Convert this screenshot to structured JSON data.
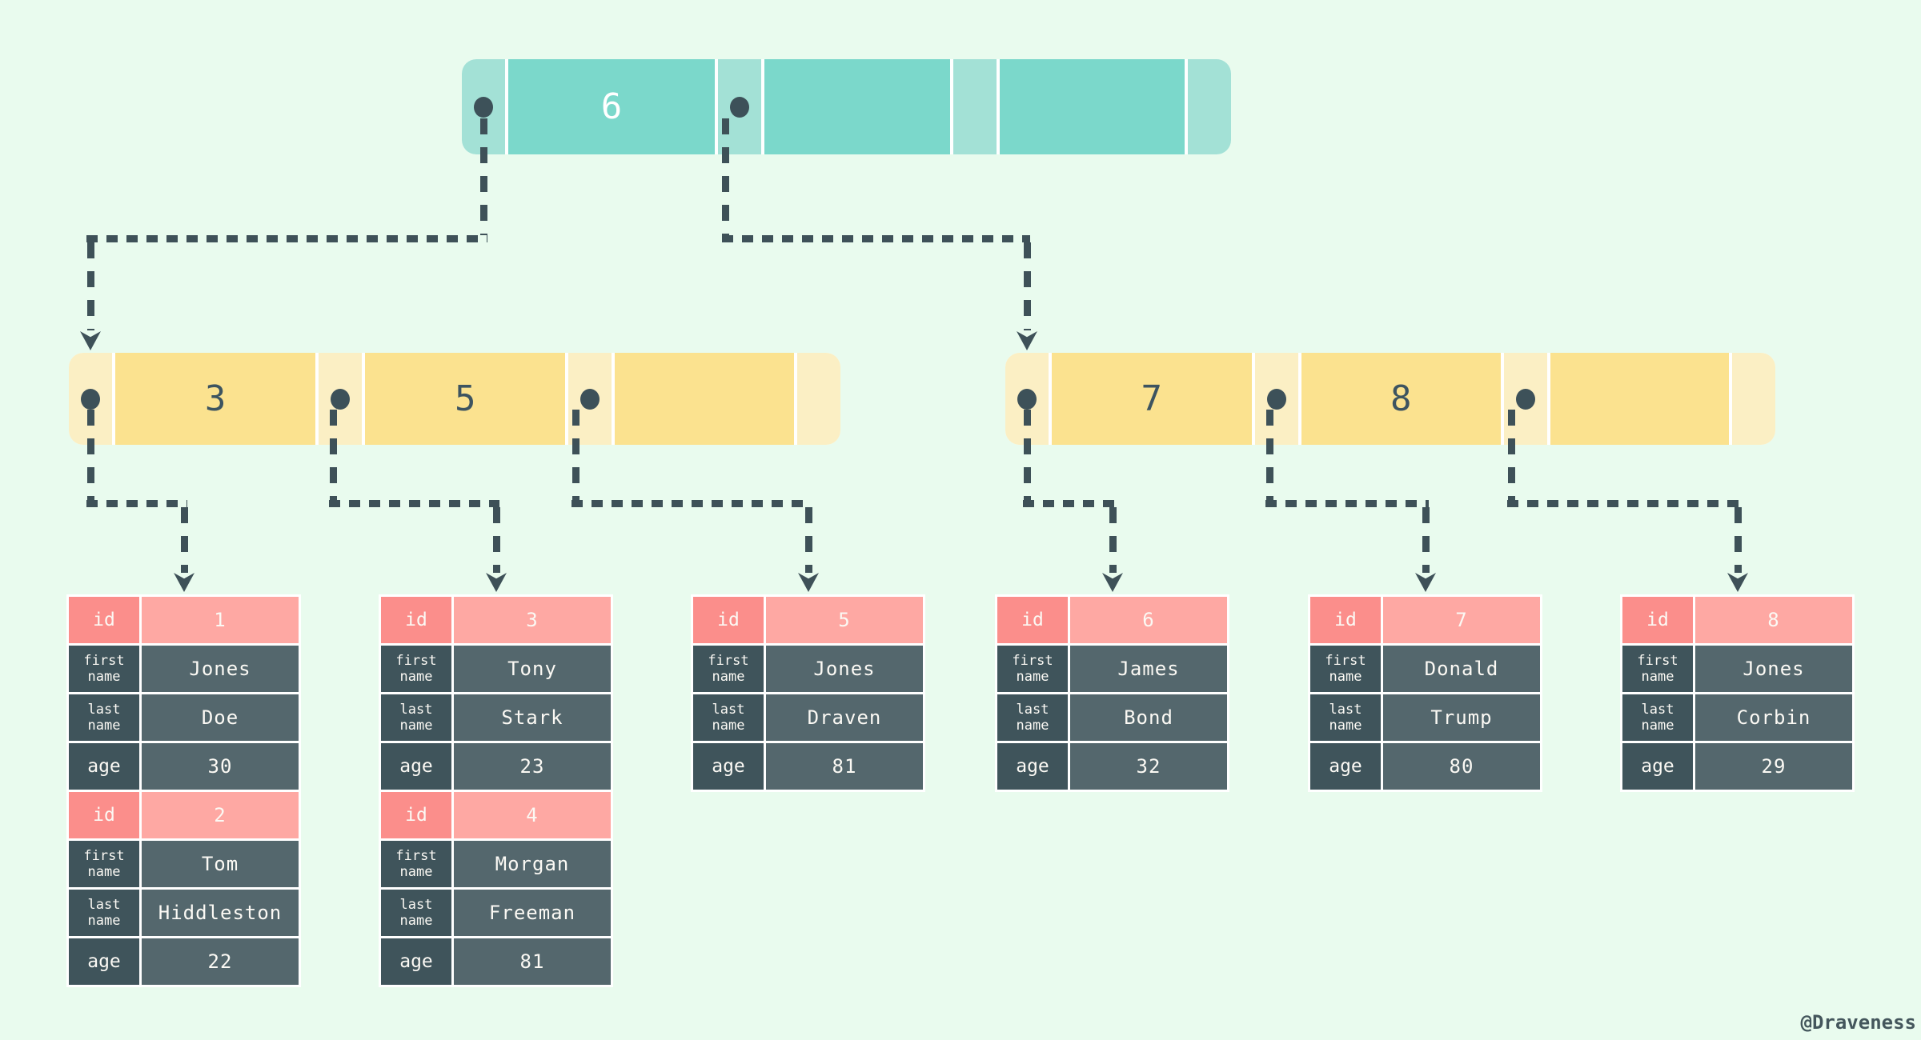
{
  "background_color": "#E9FBEE",
  "colors": {
    "teal_key": "#7BD8CB",
    "teal_pointer": "#A3E1D6",
    "yellow_key": "#FBE28F",
    "yellow_pointer": "#FBEFC4",
    "pink_label": "#FB8E8B",
    "pink_value": "#FEA8A3",
    "slate_label": "#3F545B",
    "slate_value": "#54676D",
    "arrow": "#3E5158",
    "separator": "#FFFFFF"
  },
  "tree": {
    "root": {
      "keys": [
        "6",
        "",
        ""
      ]
    },
    "left_child": {
      "keys": [
        "3",
        "5",
        ""
      ]
    },
    "right_child": {
      "keys": [
        "7",
        "8",
        ""
      ]
    }
  },
  "field_labels": {
    "id": "id",
    "first": "first name",
    "last": "last name",
    "age": "age"
  },
  "tables": [
    {
      "records": [
        {
          "id": "1",
          "first": "Jones",
          "last": "Doe",
          "age": "30"
        },
        {
          "id": "2",
          "first": "Tom",
          "last": "Hiddleston",
          "age": "22"
        }
      ]
    },
    {
      "records": [
        {
          "id": "3",
          "first": "Tony",
          "last": "Stark",
          "age": "23"
        },
        {
          "id": "4",
          "first": "Morgan",
          "last": "Freeman",
          "age": "81"
        }
      ]
    },
    {
      "records": [
        {
          "id": "5",
          "first": "Jones",
          "last": "Draven",
          "age": "81"
        }
      ]
    },
    {
      "records": [
        {
          "id": "6",
          "first": "James",
          "last": "Bond",
          "age": "32"
        }
      ]
    },
    {
      "records": [
        {
          "id": "7",
          "first": "Donald",
          "last": "Trump",
          "age": "80"
        }
      ]
    },
    {
      "records": [
        {
          "id": "8",
          "first": "Jones",
          "last": "Corbin",
          "age": "29"
        }
      ]
    }
  ],
  "watermark": "@Draveness"
}
